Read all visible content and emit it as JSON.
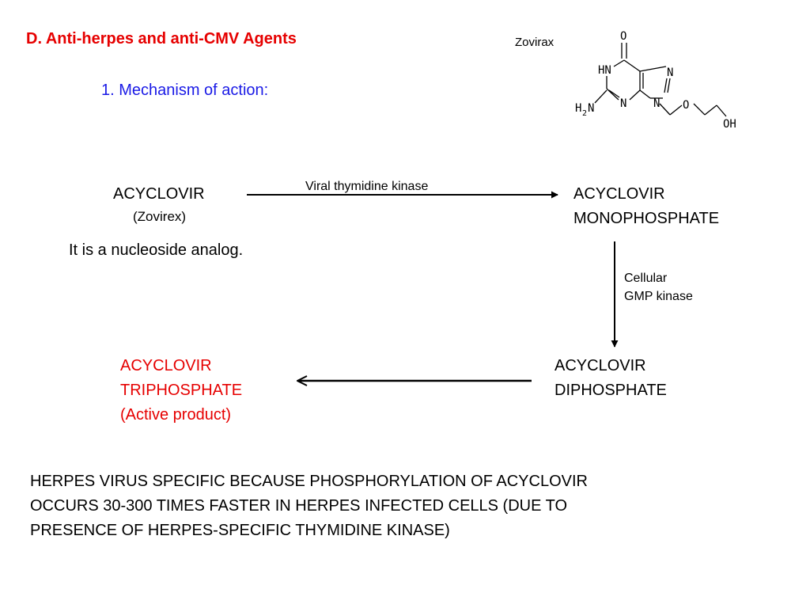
{
  "slide": {
    "title": "D. Anti-herpes and anti-CMV Agents",
    "subtitle": "1. Mechanism of action:",
    "structure_label": "Zovirax",
    "structure_atoms": {
      "o_top": "O",
      "hn": "HN",
      "n_right": "N",
      "h2n_h": "H",
      "h2n_sub": "2",
      "h2n_n": "N",
      "n_mid": "N",
      "n_link": "N",
      "o_chain": "O",
      "oh": "OH"
    }
  },
  "pathway": {
    "start": {
      "line1": "ACYCLOVIR",
      "line2": "(Zovirex)"
    },
    "enzyme1": "Viral thymidine kinase",
    "mono": {
      "line1": "ACYCLOVIR",
      "line2": "MONOPHOSPHATE"
    },
    "enzyme2": {
      "line1": "Cellular",
      "line2": "GMP kinase"
    },
    "di": {
      "line1": "ACYCLOVIR",
      "line2": "DIPHOSPHATE"
    },
    "tri": {
      "line1": "ACYCLOVIR",
      "line2": "TRIPHOSPHATE",
      "line3": "(Active product)"
    }
  },
  "note": "It is a nucleoside analog.",
  "footer": {
    "line1": "HERPES VIRUS SPECIFIC BECAUSE PHOSPHORYLATION OF ACYCLOVIR",
    "line2": "OCCURS 30-300 TIMES FASTER IN HERPES INFECTED CELLS (DUE TO",
    "line3": "PRESENCE OF HERPES-SPECIFIC THYMIDINE KINASE)"
  }
}
